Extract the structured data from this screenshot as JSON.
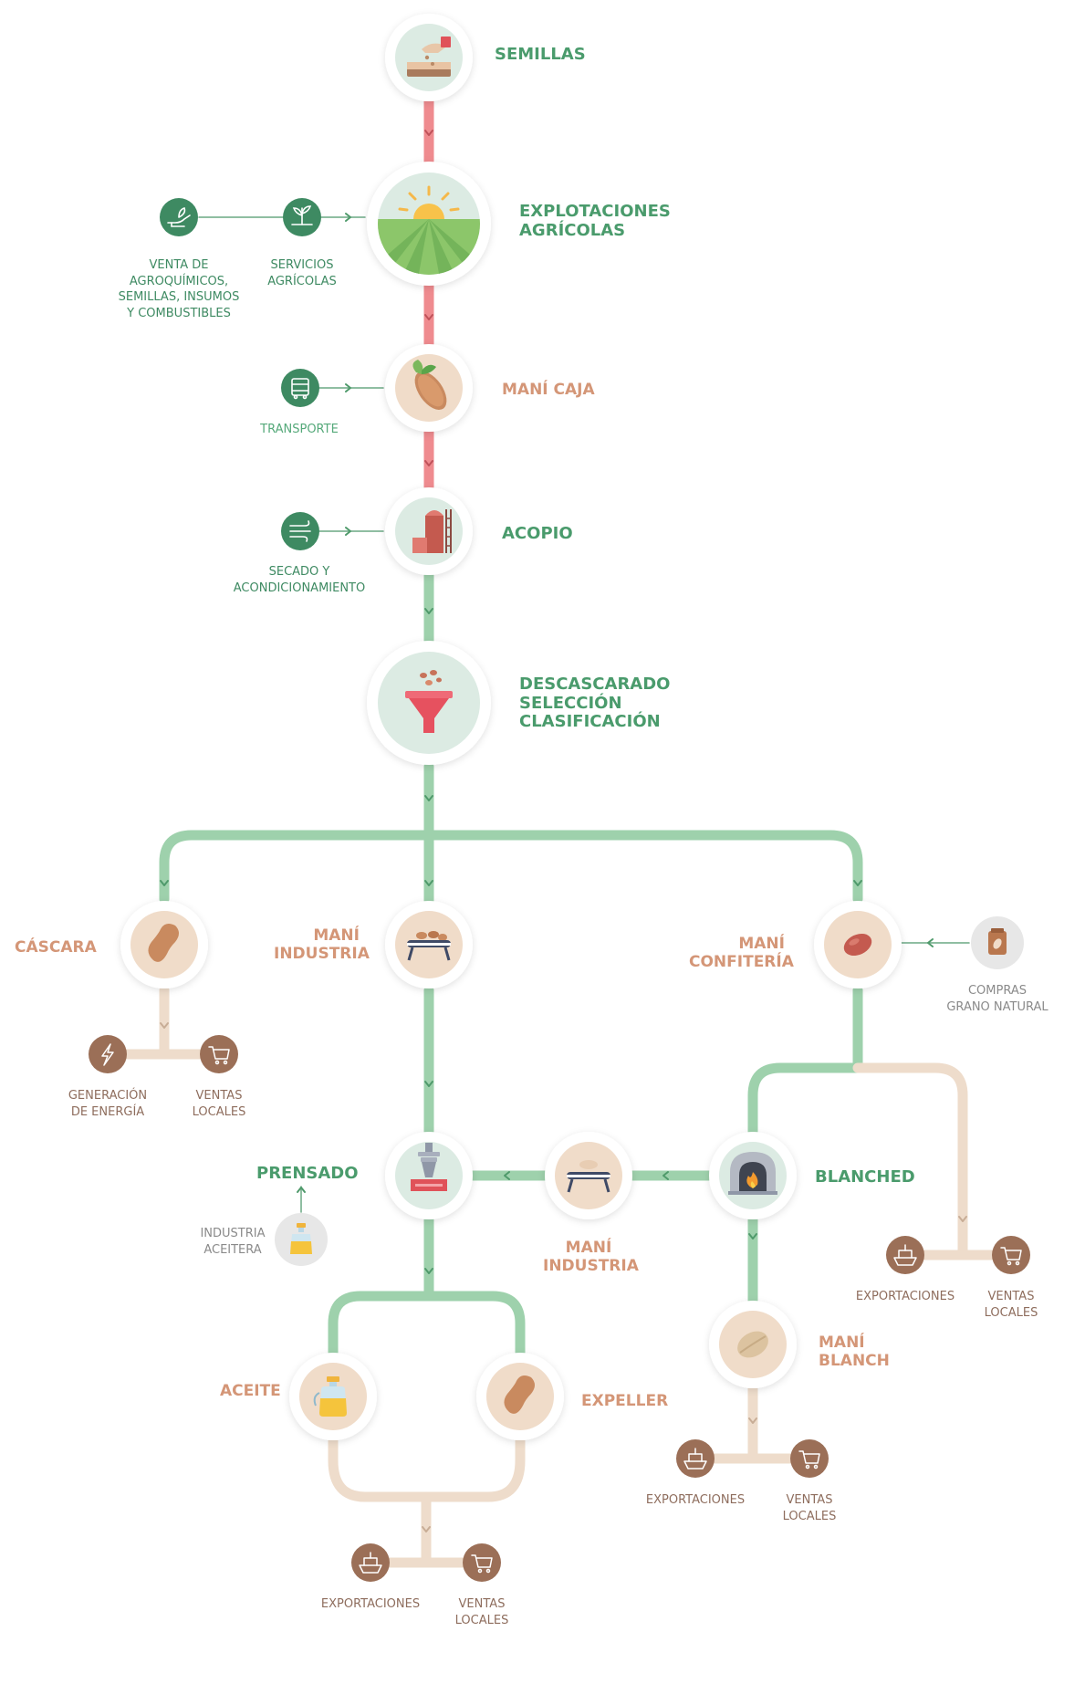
{
  "colors": {
    "red_line": "#ef8b8f",
    "green_line": "#9ed1ac",
    "beige_line": "#eedccb",
    "green_label": "#4a9b6c",
    "orange_label": "#d49677",
    "dark_green_icon": "#3e8a62",
    "brown_icon": "#9b6f57"
  },
  "nodes": {
    "semillas": {
      "label": "SEMILLAS",
      "icon": "seeds-hand-icon"
    },
    "explotaciones": {
      "label_lines": [
        "EXPLOTACIONES",
        "AGRÍCOLAS"
      ],
      "icon": "field-sun-icon"
    },
    "mani_caja": {
      "label": "MANÍ CAJA",
      "icon": "peanut-pod-icon"
    },
    "acopio": {
      "label": "ACOPIO",
      "icon": "silo-icon"
    },
    "descascarado": {
      "label_lines": [
        "DESCASCARADO",
        "SELECCIÓN",
        "CLASIFICACIÓN"
      ],
      "icon": "funnel-icon"
    },
    "cascara": {
      "label": "CÁSCARA",
      "icon": "peanut-shell-icon"
    },
    "mani_industria": {
      "label_lines": [
        "MANÍ",
        "INDUSTRIA"
      ],
      "icon": "conveyor-icon"
    },
    "mani_confiteria": {
      "label_lines": [
        "MANÍ",
        "CONFITERÍA"
      ],
      "icon": "kernel-icon"
    },
    "prensado": {
      "label": "PRENSADO",
      "icon": "press-icon"
    },
    "mani_industria_2": {
      "label_lines": [
        "MANÍ",
        "INDUSTRIA"
      ],
      "icon": "conveyor-icon"
    },
    "blanched": {
      "label": "BLANCHED",
      "icon": "oven-icon"
    },
    "aceite": {
      "label": "ACEITE",
      "icon": "oil-bottle-icon"
    },
    "expeller": {
      "label": "EXPELLER",
      "icon": "peanut-shell-icon"
    },
    "mani_blanch": {
      "label_lines": [
        "MANÍ",
        "BLANCH"
      ],
      "icon": "blanched-kernel-icon"
    }
  },
  "side_items": {
    "venta_agro": {
      "label_lines": [
        "VENTA DE",
        "AGROQUÍMICOS,",
        "SEMILLAS, INSUMOS",
        "Y COMBUSTIBLES"
      ],
      "icon": "hand-plant-icon"
    },
    "servicios": {
      "label_lines": [
        "SERVICIOS",
        "AGRÍCOLAS"
      ],
      "icon": "sprout-icon"
    },
    "transporte": {
      "label": "TRANSPORTE",
      "icon": "truck-icon"
    },
    "secado": {
      "label_lines": [
        "SECADO Y",
        "ACONDICIONAMIENTO"
      ],
      "icon": "wind-icon"
    },
    "compras": {
      "label_lines": [
        "COMPRAS",
        "GRANO NATURAL"
      ],
      "icon": "grain-bag-icon"
    },
    "industria_aceitera": {
      "label_lines": [
        "INDUSTRIA",
        "ACEITERA"
      ],
      "icon": "oil-bottle-icon"
    }
  },
  "outputs": {
    "generacion": {
      "label_lines": [
        "GENERACIÓN",
        "DE ENERGÍA"
      ],
      "icon": "lightning-icon"
    },
    "ventas_cascara": {
      "label_lines": [
        "VENTAS",
        "LOCALES"
      ],
      "icon": "cart-icon"
    },
    "exp_blanched": {
      "label": "EXPORTACIONES",
      "icon": "ship-icon"
    },
    "ventas_blanched": {
      "label_lines": [
        "VENTAS",
        "LOCALES"
      ],
      "icon": "cart-icon"
    },
    "exp_blanch": {
      "label": "EXPORTACIONES",
      "icon": "ship-icon"
    },
    "ventas_blanch": {
      "label_lines": [
        "VENTAS",
        "LOCALES"
      ],
      "icon": "cart-icon"
    },
    "exp_aceite": {
      "label": "EXPORTACIONES",
      "icon": "ship-icon"
    },
    "ventas_aceite": {
      "label_lines": [
        "VENTAS",
        "LOCALES"
      ],
      "icon": "cart-icon"
    }
  }
}
